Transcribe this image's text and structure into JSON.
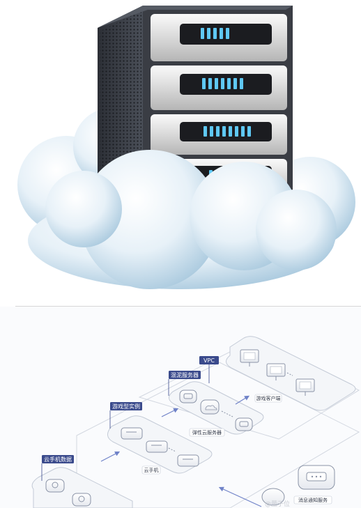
{
  "diagram": {
    "tags": {
      "vpc": "VPC",
      "hybrid": "混泥服务器",
      "game": "游戏型实例",
      "phone_data": "云手机数据"
    },
    "captions": {
      "game_client": "游戏客户端",
      "elastic": "弹性云服务器",
      "cloud_phone": "云手机",
      "message": "消息通知服务"
    },
    "watermark": "@量子位"
  },
  "colors": {
    "tag_fill": "#3a4a8c",
    "arrow": "#6f82c8",
    "outline": "#c3cad6"
  }
}
